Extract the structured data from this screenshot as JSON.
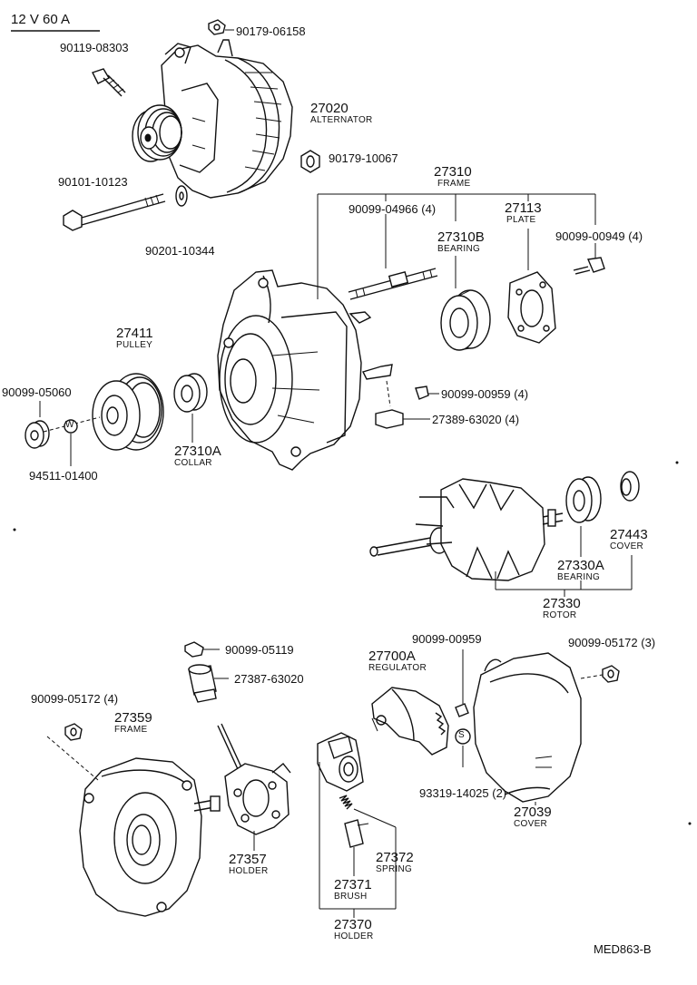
{
  "header": {
    "spec": "12 V  60  A"
  },
  "footer": {
    "code": "MED863-B"
  },
  "parts": {
    "p_90119_08303": "90119-08303",
    "p_90179_06158": "90179-06158",
    "p_27020": "27020",
    "n_alternator": "ALTERNATOR",
    "p_90179_10067": "90179-10067",
    "p_90101_10123": "90101-10123",
    "p_90201_10344": "90201-10344",
    "p_27310": "27310",
    "n_frame": "FRAME",
    "p_90099_04966": "90099-04966 (4)",
    "p_27113": "27113",
    "n_plate": "PLATE",
    "p_27310b": "27310B",
    "n_bearing": "BEARING",
    "p_90099_00949": "90099-00949 (4)",
    "p_27411": "27411",
    "n_pulley": "PULLEY",
    "p_90099_05060": "90099-05060",
    "p_90099_00959_4": "90099-00959 (4)",
    "p_27389_63020": "27389-63020 (4)",
    "p_94511_01400": "94511-01400",
    "p_27310a": "27310A",
    "n_collar": "COLLAR",
    "p_27443": "27443",
    "n_cover": "COVER",
    "p_27330a": "27330A",
    "n_bearing2": "BEARING",
    "p_27330": "27330",
    "n_rotor": "ROTOR",
    "p_90099_05119": "90099-05119",
    "p_90099_00959": "90099-00959",
    "p_90099_05172_3": "90099-05172 (3)",
    "p_27387_63020": "27387-63020",
    "p_27700a": "27700A",
    "n_regulator": "REGULATOR",
    "p_90099_05172_4": "90099-05172 (4)",
    "p_27359": "27359",
    "n_frame2": "FRAME",
    "p_93319_14025": "93319-14025 (2)",
    "p_27039": "27039",
    "n_cover2": "COVER",
    "p_27357": "27357",
    "n_holder": "HOLDER",
    "p_27372": "27372",
    "n_spring": "SPRING",
    "p_27371": "27371",
    "n_brush": "BRUSH",
    "p_27370": "27370",
    "n_holder2": "HOLDER",
    "w_mark": "W",
    "s_mark": "S"
  }
}
